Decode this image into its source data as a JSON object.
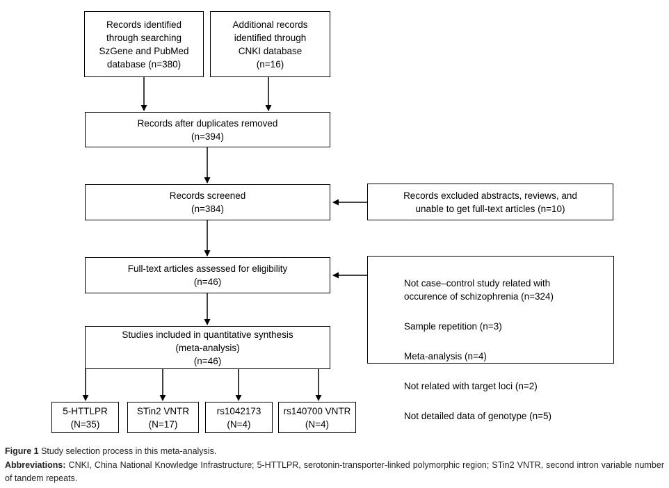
{
  "flow": {
    "identified_szgene": "Records identified\nthrough searching\nSzGene and PubMed\ndatabase (n=380)",
    "identified_cnki": "Additional records\nidentified through\nCNKI database\n(n=16)",
    "duplicates_removed": "Records after duplicates removed\n(n=394)",
    "screened": "Records screened\n(n=384)",
    "excluded_screening": "Records excluded abstracts, reviews, and\nunable to get full-text articles (n=10)",
    "fulltext_assessed": "Full-text articles assessed for eligibility\n(n=46)",
    "excluded_fulltext_items": [
      "Not case–control study related with\noccurence of schizophrenia (n=324)",
      "Sample repetition (n=3)",
      "Meta-analysis (n=4)",
      "Not related with target loci (n=2)",
      "Not detailed data of genotype (n=5)"
    ],
    "included": "Studies included in quantitative synthesis\n(meta-analysis)\n(n=46)",
    "subgroups": [
      "5-HTTLPR\n(N=35)",
      "STin2 VNTR\n(N=17)",
      "rs1042173\n(N=4)",
      "rs140700 VNTR\n(N=4)"
    ]
  },
  "caption": {
    "figure_label": "Figure 1",
    "figure_text": " Study selection process in this meta-analysis.",
    "abbreviations_label": "Abbreviations:",
    "abbreviations_text": " CNKI, China National Knowledge Infrastructure; 5-HTTLPR, serotonin-transporter-linked polymorphic region; STin2 VNTR, second intron variable number of tandem repeats."
  },
  "appearance": {
    "background": "#ffffff",
    "box_border": "#000000",
    "box_text": "#000000",
    "arrow": "#000000",
    "caption_text": "#232323"
  }
}
